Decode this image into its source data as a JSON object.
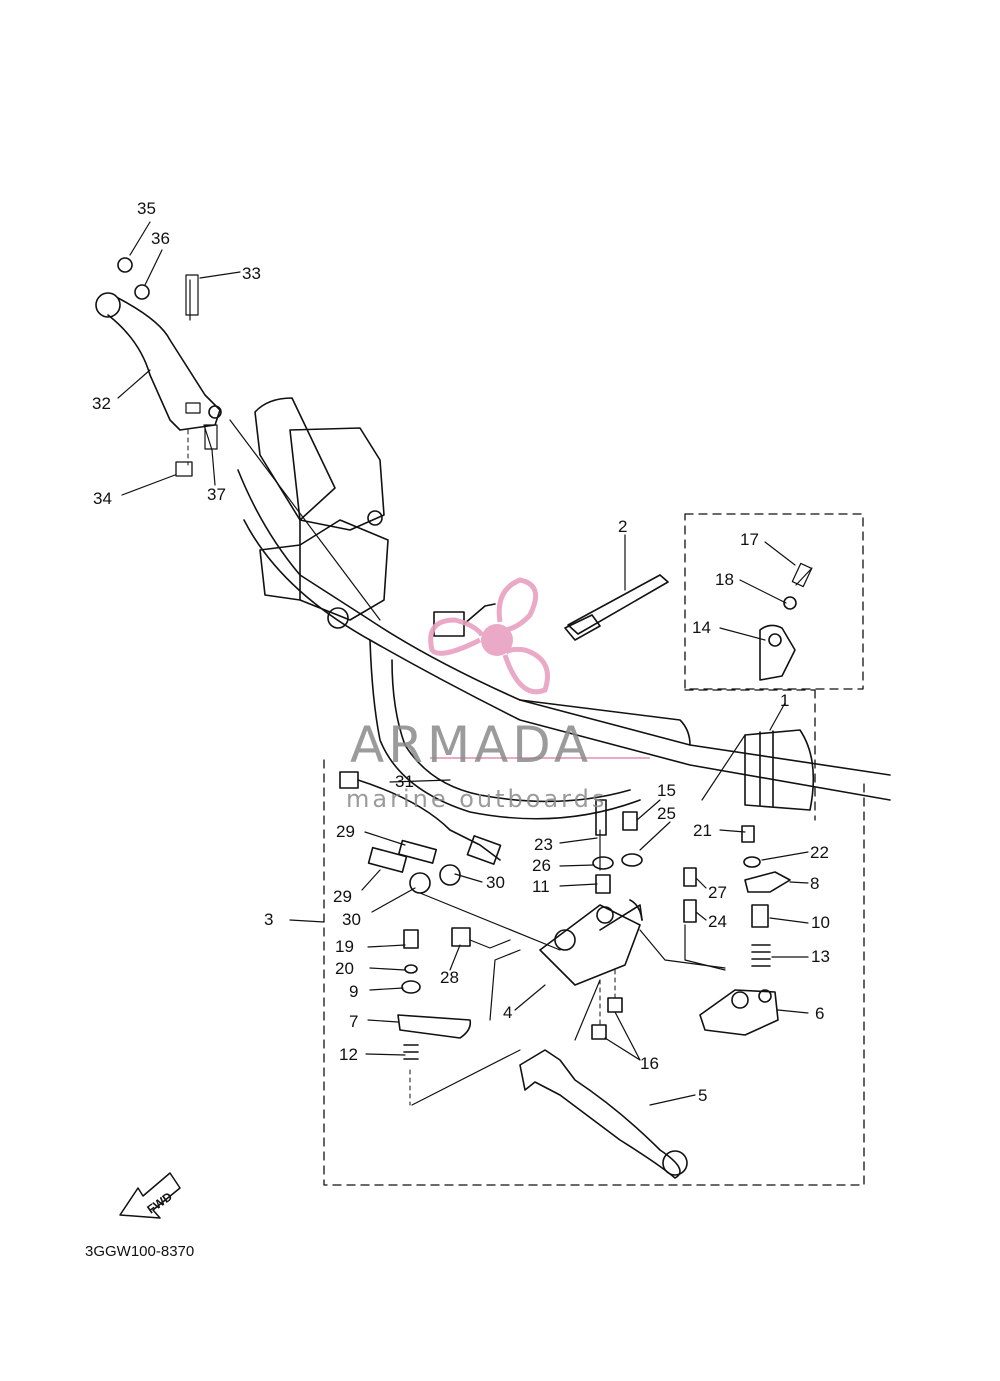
{
  "watermark": {
    "title": "ARMADA",
    "subtitle": "marine outboards",
    "accent": "#e8a0c0"
  },
  "diagram_code": "3GGW100-8370",
  "fwd_label": "FWD",
  "callouts": {
    "c1": "1",
    "c2": "2",
    "c3": "3",
    "c4": "4",
    "c5": "5",
    "c6": "6",
    "c7": "7",
    "c8": "8",
    "c9": "9",
    "c10": "10",
    "c11": "11",
    "c12": "12",
    "c13": "13",
    "c14": "14",
    "c15": "15",
    "c16": "16",
    "c17": "17",
    "c18": "18",
    "c19": "19",
    "c20": "20",
    "c21": "21",
    "c22": "22",
    "c23": "23",
    "c24": "24",
    "c25": "25",
    "c26": "26",
    "c27": "27",
    "c28": "28",
    "c29a": "29",
    "c29b": "29",
    "c30a": "30",
    "c30b": "30",
    "c31": "31",
    "c32": "32",
    "c33": "33",
    "c34": "34",
    "c35": "35",
    "c36": "36",
    "c37": "37"
  }
}
